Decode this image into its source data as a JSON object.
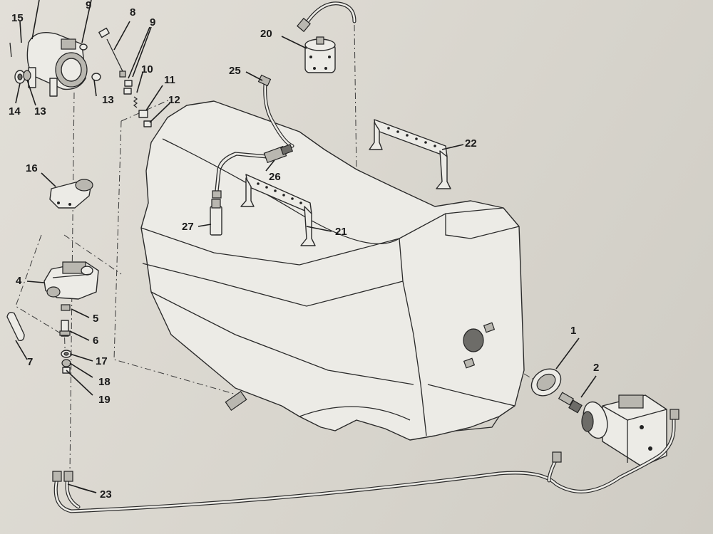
{
  "callouts": [
    {
      "id": "c1",
      "text": "1"
    },
    {
      "id": "c2",
      "text": "2"
    },
    {
      "id": "c4",
      "text": "4"
    },
    {
      "id": "c5",
      "text": "5"
    },
    {
      "id": "c6",
      "text": "6"
    },
    {
      "id": "c7",
      "text": "7"
    },
    {
      "id": "c8",
      "text": "8"
    },
    {
      "id": "c9a",
      "text": "9"
    },
    {
      "id": "c9b",
      "text": "9"
    },
    {
      "id": "c10",
      "text": "10"
    },
    {
      "id": "c11",
      "text": "11"
    },
    {
      "id": "c12",
      "text": "12"
    },
    {
      "id": "c13a",
      "text": "13"
    },
    {
      "id": "c13b",
      "text": "13"
    },
    {
      "id": "c14",
      "text": "14"
    },
    {
      "id": "c15",
      "text": "15"
    },
    {
      "id": "c16",
      "text": "16"
    },
    {
      "id": "c17",
      "text": "17"
    },
    {
      "id": "c18",
      "text": "18"
    },
    {
      "id": "c19",
      "text": "19"
    },
    {
      "id": "c20",
      "text": "20"
    },
    {
      "id": "c21",
      "text": "21"
    },
    {
      "id": "c22",
      "text": "22"
    },
    {
      "id": "c23",
      "text": "23"
    },
    {
      "id": "c25",
      "text": "25"
    },
    {
      "id": "c26",
      "text": "26"
    },
    {
      "id": "c27",
      "text": "27"
    }
  ]
}
